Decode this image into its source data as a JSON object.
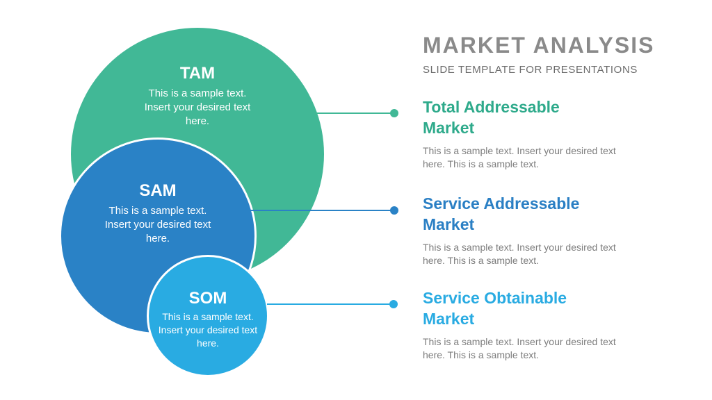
{
  "header": {
    "title": "MARKET ANALYSIS",
    "subtitle": "SLIDE TEMPLATE FOR PRESENTATIONS"
  },
  "diagram": {
    "type": "nested-circles-tam-sam-som",
    "circles": [
      {
        "id": "tam",
        "label": "TAM",
        "text": "This is a sample text. Insert your desired text here.",
        "color": "#41b896"
      },
      {
        "id": "sam",
        "label": "SAM",
        "text": "This is a sample text. Insert your desired text here.",
        "color": "#2a82c6"
      },
      {
        "id": "som",
        "label": "SOM",
        "text": "This is a sample text. Insert your desired text here.",
        "color": "#29abe2"
      }
    ]
  },
  "sections": [
    {
      "heading": "Total Addressable Market",
      "body": "This is a sample text. Insert your desired text here. This is a sample text.",
      "color": "#2eaa8b"
    },
    {
      "heading": "Service Addressable Market",
      "body": "This is a sample text. Insert your desired text here. This is a sample text.",
      "color": "#2a7fc4"
    },
    {
      "heading": "Service Obtainable Market",
      "body": "This is a sample text. Insert your desired text here. This is a sample text.",
      "color": "#29abe2"
    }
  ],
  "colors": {
    "title_gray": "#8a8a8a",
    "subtitle_gray": "#6b6b6b",
    "body_gray": "#7c7c7c",
    "tam_green": "#41b896",
    "sam_blue": "#2a82c6",
    "som_light_blue": "#29abe2"
  }
}
